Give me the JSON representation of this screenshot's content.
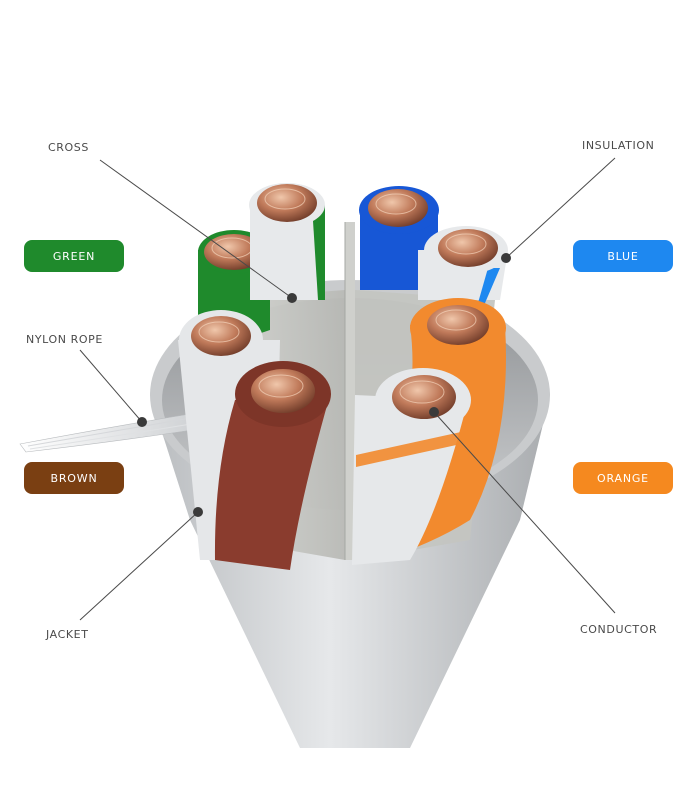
{
  "callouts": {
    "cross": "CROSS",
    "insulation": "INSULATION",
    "nylon_rope": "NYLON ROPE",
    "jacket": "JACKET",
    "conductor": "CONDUCTOR"
  },
  "color_pills": [
    {
      "label": "GREEN",
      "color": "#1f8a2c"
    },
    {
      "label": "BLUE",
      "color": "#1e88f0"
    },
    {
      "label": "BROWN",
      "color": "#7a3f12"
    },
    {
      "label": "ORANGE",
      "color": "#f5891f"
    }
  ],
  "wire_colors": {
    "green": "#1f8a2c",
    "blue": "#1757d6",
    "brown": "#8a3c2e",
    "orange": "#f28a2e",
    "white": "#e9ecef",
    "copper": "#b9735a",
    "jacket": "#cfd1d3"
  },
  "icons": [
    "cable-cross-section-illustration"
  ]
}
